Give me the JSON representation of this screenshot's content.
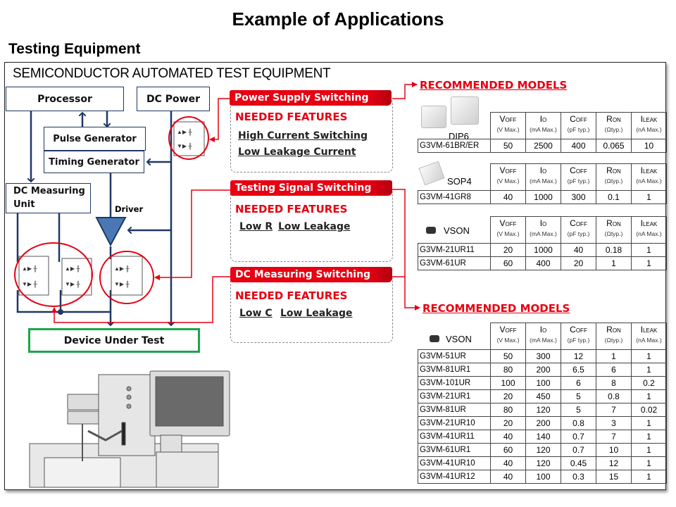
{
  "page": {
    "title": "Example of Applications",
    "subtitle": "Testing Equipment",
    "frame_title": "SEMICONDUCTOR AUTOMATED TEST EQUIPMENT"
  },
  "diagram": {
    "blocks": {
      "processor": "Processor",
      "dc_power": "DC Power",
      "pulse_generator": "Pulse Generator",
      "timing_generator": "Timing Generator",
      "dc_measuring_unit": "DC Measuring Unit",
      "driver": "Driver",
      "device_under_test": "Device Under Test"
    }
  },
  "features": [
    {
      "heading": "Power Supply  Switching",
      "needed_label": "NEEDED  FEATURES",
      "items": [
        "High Current Switching",
        "Low Leakage Current"
      ]
    },
    {
      "heading": "Testing Signal Switching",
      "needed_label": "NEEDED  FEATURES",
      "items": [
        "Low R",
        "Low Leakage"
      ]
    },
    {
      "heading": "DC Measuring Switching",
      "needed_label": "NEEDED  FEATURES",
      "items": [
        "Low C",
        "Low Leakage"
      ]
    }
  ],
  "recommended_label": "RECOMMENDED  MODELS",
  "columns": [
    {
      "main": "V",
      "sub": "OFF",
      "unit": "(V Max.)"
    },
    {
      "main": "I",
      "sub": "O",
      "unit": "(mA Max.)"
    },
    {
      "main": "C",
      "sub": "OFF",
      "unit": "(pF typ.)"
    },
    {
      "main": "R",
      "sub": "ON",
      "unit": "(Ωtyp.)"
    },
    {
      "main": "I",
      "sub": "LEAK",
      "unit": "(nA Max.)"
    }
  ],
  "tables": [
    {
      "package": "DIP6",
      "rows": [
        [
          "G3VM-61BR/ER",
          "50",
          "2500",
          "400",
          "0.065",
          "10"
        ]
      ]
    },
    {
      "package": "SOP4",
      "rows": [
        [
          "G3VM-41GR8",
          "40",
          "1000",
          "300",
          "0.1",
          "1"
        ]
      ]
    },
    {
      "package": "VSON",
      "rows": [
        [
          "G3VM-21UR11",
          "20",
          "1000",
          "40",
          "0.18",
          "1"
        ],
        [
          "G3VM-61UR",
          "60",
          "400",
          "20",
          "1",
          "1"
        ]
      ]
    },
    {
      "package": "VSON",
      "rows": [
        [
          "G3VM-51UR",
          "50",
          "300",
          "12",
          "1",
          "1"
        ],
        [
          "G3VM-81UR1",
          "80",
          "200",
          "6.5",
          "6",
          "1"
        ],
        [
          "G3VM-101UR",
          "100",
          "100",
          "6",
          "8",
          "0.2"
        ],
        [
          "G3VM-21UR1",
          "20",
          "450",
          "5",
          "0.8",
          "1"
        ],
        [
          "G3VM-81UR",
          "80",
          "120",
          "5",
          "7",
          "0.02"
        ],
        [
          "G3VM-21UR10",
          "20",
          "200",
          "0.8",
          "3",
          "1"
        ],
        [
          "G3VM-41UR11",
          "40",
          "140",
          "0.7",
          "7",
          "1"
        ],
        [
          "G3VM-61UR1",
          "60",
          "120",
          "0.7",
          "10",
          "1"
        ],
        [
          "G3VM-41UR10",
          "40",
          "120",
          "0.45",
          "12",
          "1"
        ],
        [
          "G3VM-41UR12",
          "40",
          "100",
          "0.3",
          "15",
          "1"
        ]
      ]
    }
  ],
  "colors": {
    "accent_red": "#e60012",
    "wire_blue": "#1f3864",
    "dut_green": "#1aa64a"
  }
}
